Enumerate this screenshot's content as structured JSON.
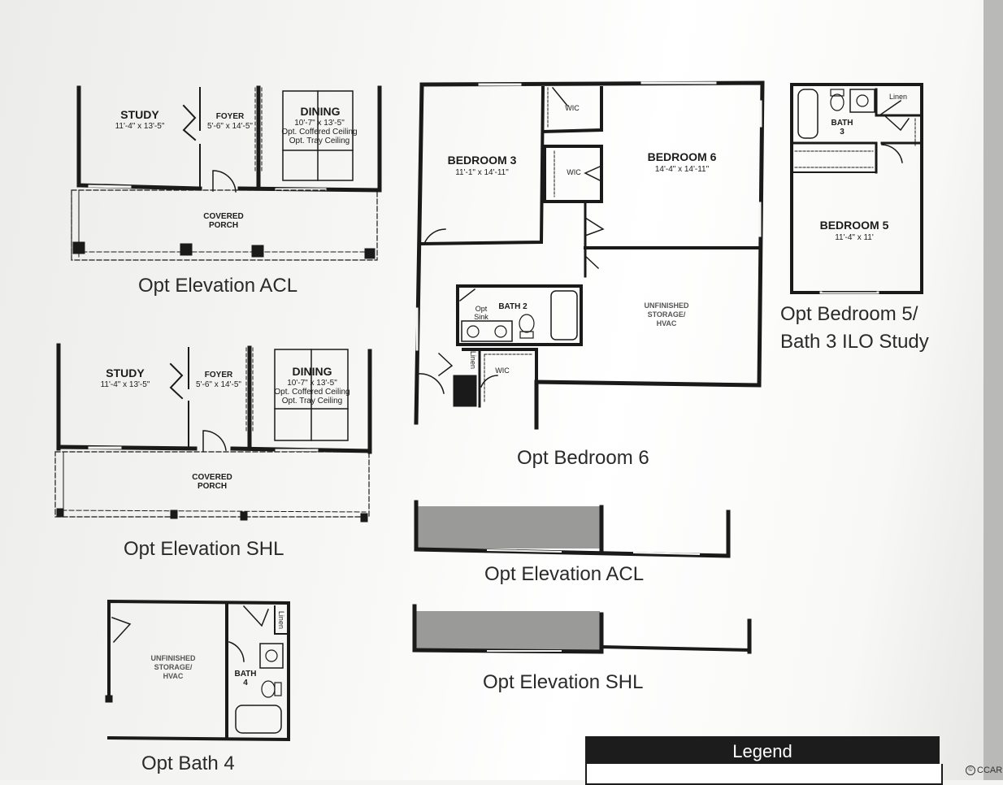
{
  "plans": {
    "elevation_acl_top": {
      "caption": "Opt Elevation ACL",
      "study": "STUDY",
      "study_dim": "11'-4\" x 13'-5\"",
      "foyer": "FOYER",
      "foyer_dim": "5'-6\" x 14'-5\"",
      "dining": "DINING",
      "dining_dim": "10'-7\" x 13'-5\"",
      "dining_opt1": "Opt. Coffered Ceiling",
      "dining_opt2": "Opt. Tray Ceiling",
      "porch": "COVERED",
      "porch2": "PORCH"
    },
    "elevation_shl_top": {
      "caption": "Opt Elevation SHL",
      "study": "STUDY",
      "study_dim": "11'-4\" x 13'-5\"",
      "foyer": "FOYER",
      "foyer_dim": "5'-6\" x 14'-5\"",
      "dining": "DINING",
      "dining_dim": "10'-7\" x 13'-5\"",
      "dining_opt1": "Opt. Coffered Ceiling",
      "dining_opt2": "Opt. Tray Ceiling",
      "porch": "COVERED",
      "porch2": "PORCH"
    },
    "bedroom6": {
      "caption": "Opt Bedroom 6",
      "bedroom3": "BEDROOM 3",
      "bedroom3_dim": "11'-1\" x 14'-11\"",
      "bedroom6": "BEDROOM 6",
      "bedroom6_dim": "14'-4\" x 14'-11\"",
      "wic": "WIC",
      "bath2": "BATH 2",
      "opt_sink1": "Opt",
      "opt_sink2": "Sink",
      "linen": "Linen",
      "storage1": "UNFINISHED",
      "storage2": "STORAGE/",
      "storage3": "HVAC"
    },
    "bedroom5": {
      "caption_line1": "Opt Bedroom 5/",
      "caption_line2": "Bath 3 ILO Study",
      "bath3_a": "BATH",
      "bath3_b": "3",
      "linen": "Linen",
      "bedroom5": "BEDROOM 5",
      "bedroom5_dim": "11'-4\" x 11'"
    },
    "elevation_acl_small": {
      "caption": "Opt Elevation ACL"
    },
    "elevation_shl_small": {
      "caption": "Opt Elevation SHL"
    },
    "bath4": {
      "caption": "Opt Bath 4",
      "storage1": "UNFINISHED",
      "storage2": "STORAGE/",
      "storage3": "HVAC",
      "bath_a": "BATH",
      "bath_b": "4",
      "linen": "Linen"
    }
  },
  "legend": {
    "title": "Legend"
  },
  "credit": {
    "text": "CCAR",
    "icon": "copyright-icon"
  },
  "colors": {
    "wall": "#1a1a1a",
    "paper": "#f6f6f4",
    "shade": "#9a9a98"
  }
}
